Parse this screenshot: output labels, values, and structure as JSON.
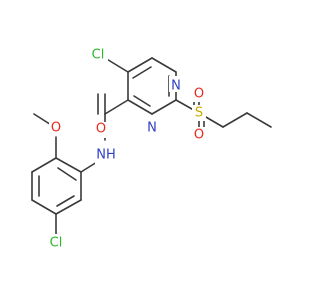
{
  "colors": {
    "bond": "#3a3a3a",
    "chlorine": "#2db82d",
    "oxygen": "#e8291f",
    "nitrogen": "#2f3fc8",
    "sulfur": "#c9a900",
    "carbon": "#3a3a3a",
    "hydrogen": "#3a3a3a",
    "background": "#ffffff"
  },
  "atoms": {
    "cl_pyrimidine": "Cl",
    "n_ring_top": "N",
    "n_ring_bottom": "N",
    "o_carbonyl": "O",
    "s_sulfonyl": "S",
    "o_sulfonyl_top": "O",
    "o_sulfonyl_bottom": "O",
    "o_methoxy": "O",
    "nh_amide": "NH",
    "cl_phenyl": "Cl"
  }
}
